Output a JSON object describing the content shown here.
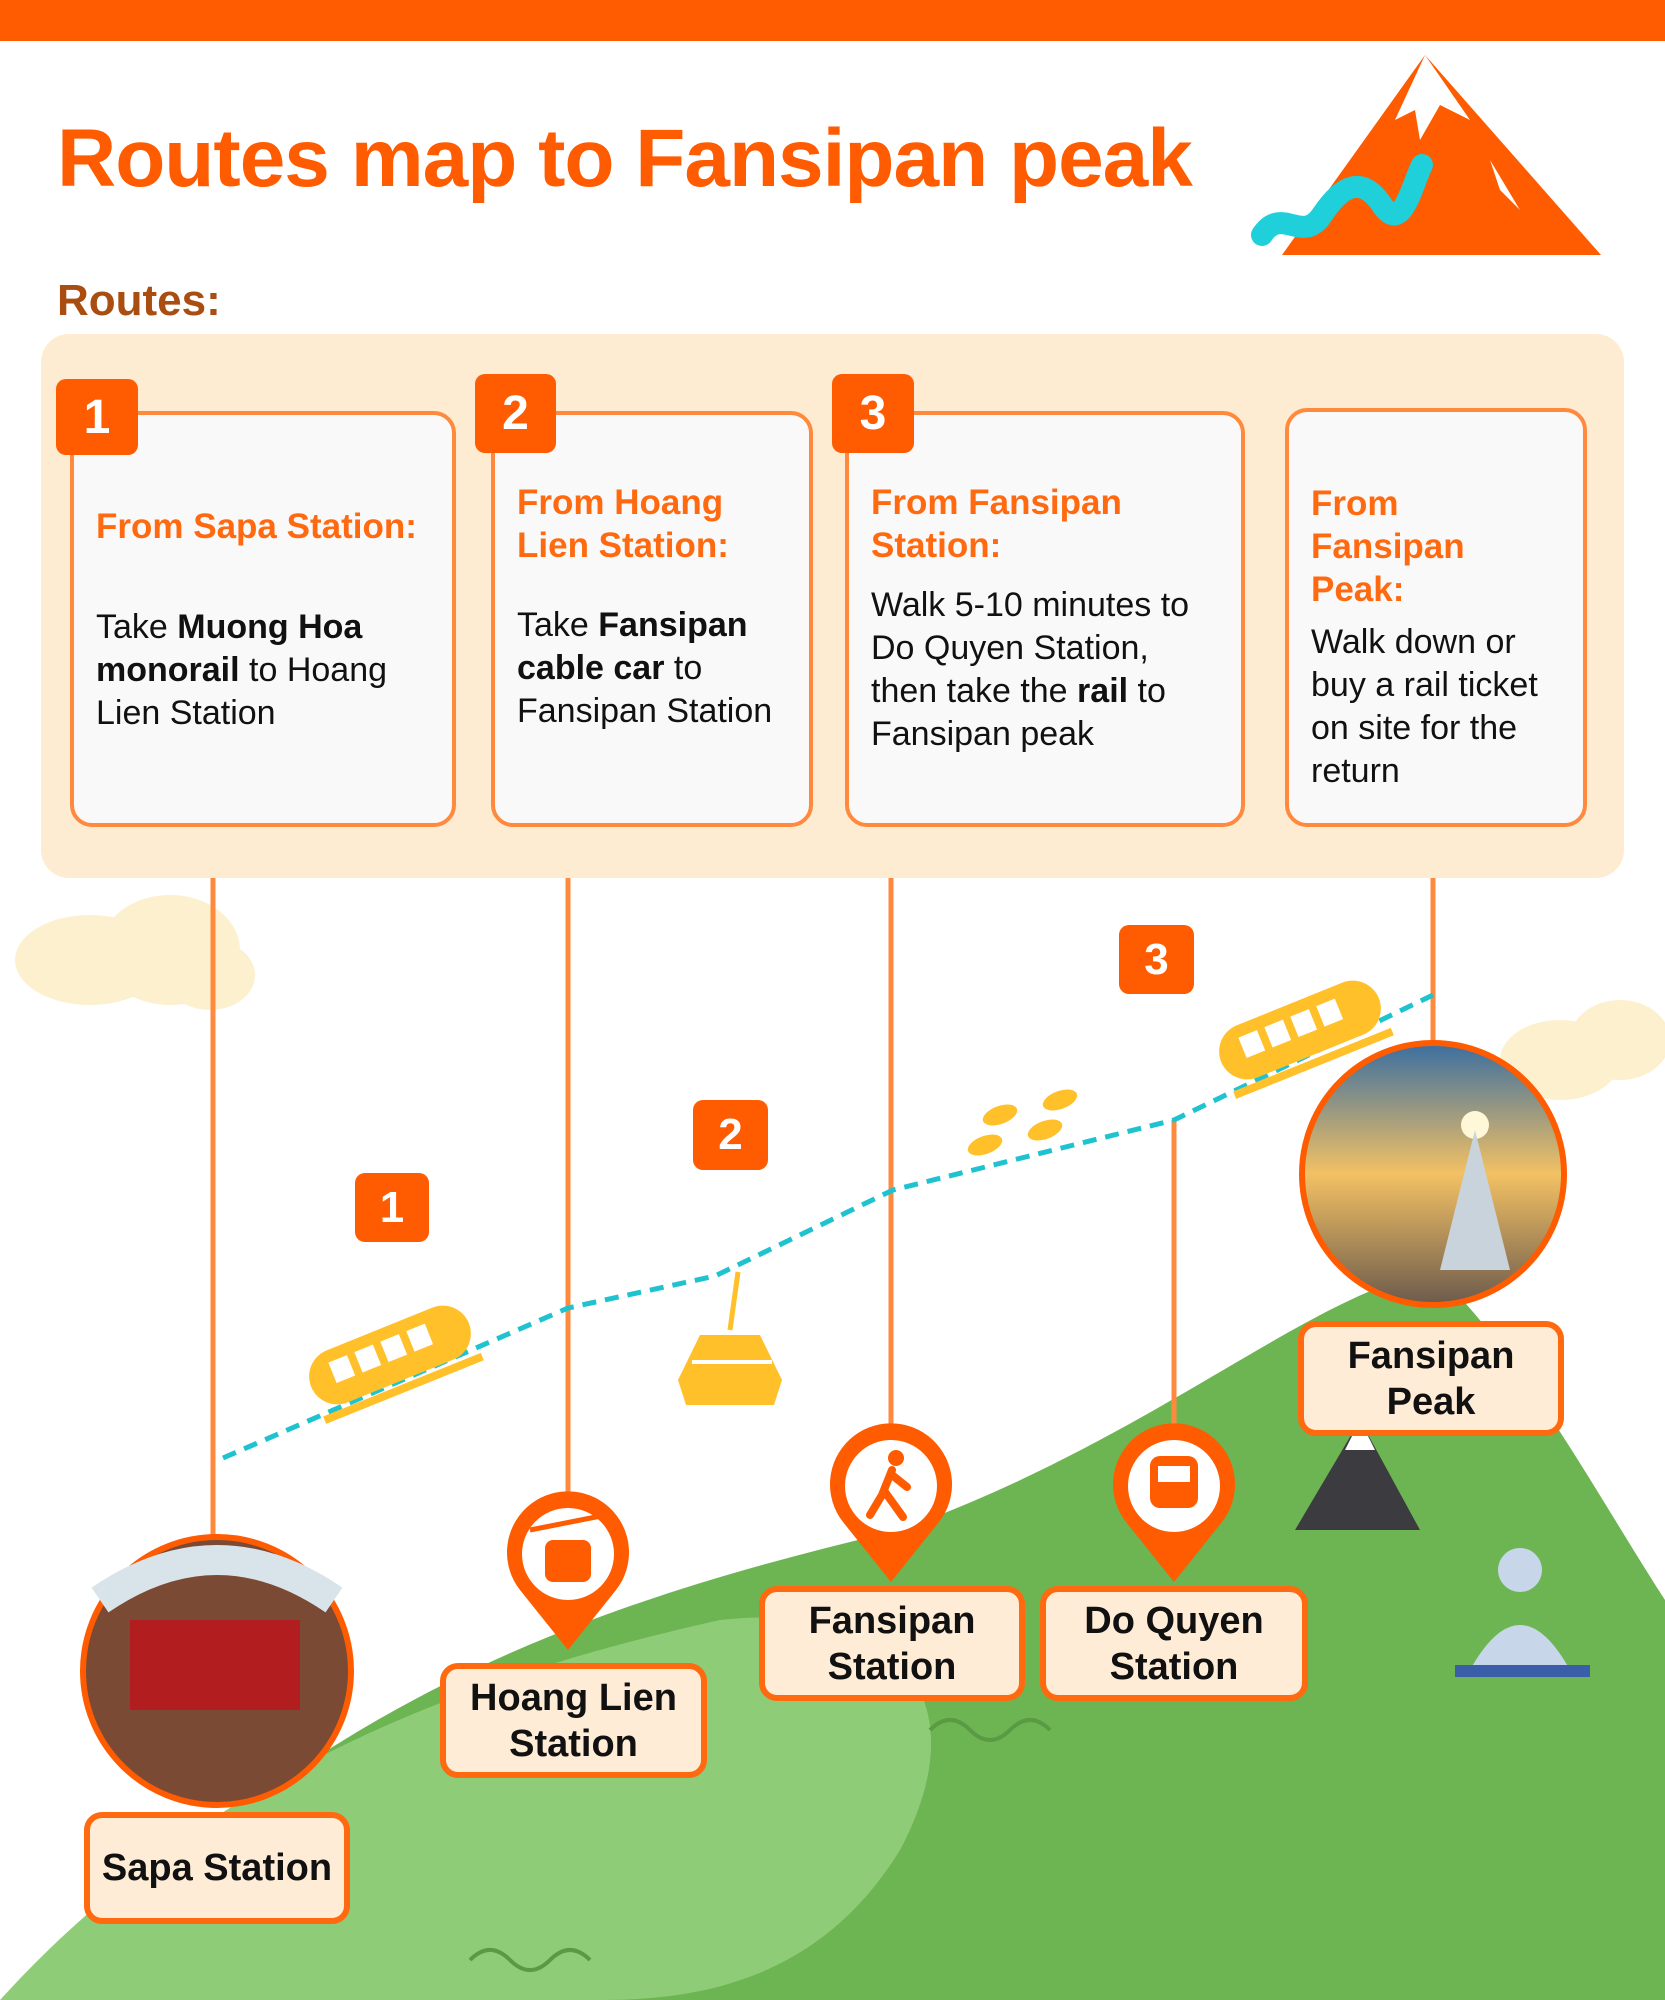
{
  "title": "Routes map to Fansipan peak",
  "routes_label": "Routes:",
  "cards": [
    {
      "number": "1",
      "head": "From Sapa Station:",
      "body_pre": "Take ",
      "body_bold": "Muong Hoa monorail",
      "body_post": " to Hoang Lien Station"
    },
    {
      "number": "2",
      "head": "From Hoang Lien Station:",
      "body_pre": "Take ",
      "body_bold": "Fansipan cable car",
      "body_post": " to Fansipan Station"
    },
    {
      "number": "3",
      "head": "From Fansipan Station:",
      "body_pre": "Walk 5-10 minutes to Do Quyen Station, then take the ",
      "body_bold": "rail",
      "body_post": " to Fansipan peak"
    },
    {
      "head": "From Fansipan Peak:",
      "body_pre": "Walk down or buy a rail ticket on site for the return"
    }
  ],
  "stations": [
    "Sapa Station",
    "Hoang Lien Station",
    "Fansipan Station",
    "Do Quyen Station",
    "Fansipan Peak"
  ],
  "map_markers": [
    "1",
    "2",
    "3"
  ],
  "colors": {
    "accent": "#ff5b00",
    "line": "#ff8a3d",
    "dash": "#1fc3cf",
    "green": "#6db552",
    "light_green": "#8fcc78",
    "panel": "#feecd2",
    "vehicle": "#ffc02a"
  }
}
